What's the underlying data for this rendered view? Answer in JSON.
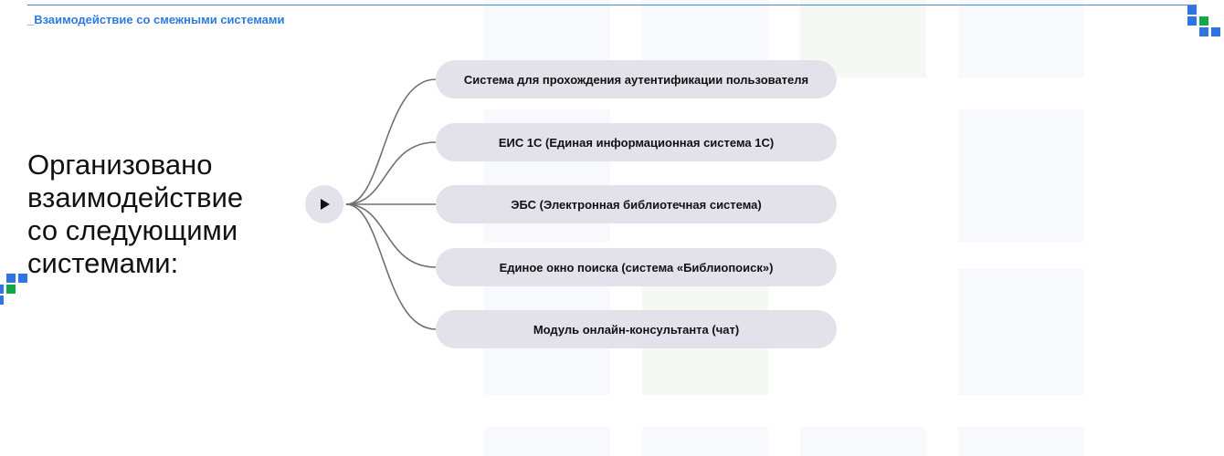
{
  "header": {
    "section_label": "_Взаимодействие со смежными системами"
  },
  "main": {
    "title_lines": [
      "Организовано",
      "взаимодействие",
      "со следующими",
      "системами:"
    ],
    "systems": [
      "Система для прохождения аутентификации пользователя",
      "ЕИС 1С (Единая информационная система 1С)",
      "ЭБС (Электронная библиотечная система)",
      "Единое окно поиска (система «Библиопоиск»)",
      "Модуль онлайн-консультанта (чат)"
    ]
  },
  "colors": {
    "accent": "#2f74e0",
    "green": "#12a84a",
    "pill": "#e3e2ea"
  }
}
